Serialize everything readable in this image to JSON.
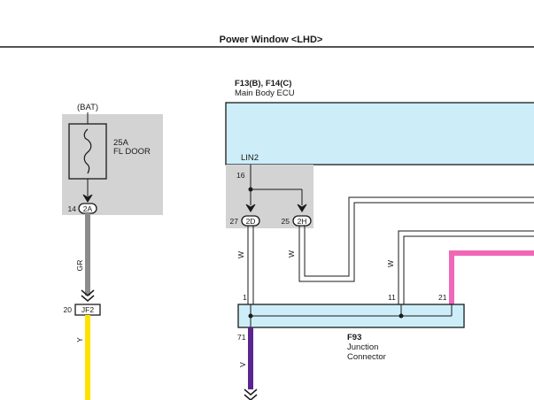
{
  "title": "Power Window <LHD>",
  "fuse": {
    "source": "(BAT)",
    "rating": "25A",
    "name": "FL DOOR",
    "connector_pin": "14",
    "connector": "2A"
  },
  "wire_gr": {
    "color_code": "GR",
    "color": "#8c8c8c"
  },
  "jf2": {
    "pin": "20",
    "name": "JF2"
  },
  "wire_y": {
    "color_code": "Y",
    "color": "#ffe100"
  },
  "ecu": {
    "id": "F13(B), F14(C)",
    "name": "Main Body ECU",
    "fill": "#cdeef9",
    "signal": "LIN2",
    "pin": "16",
    "connectors": [
      {
        "pin": "27",
        "name": "2D"
      },
      {
        "pin": "25",
        "name": "2H"
      }
    ]
  },
  "wires_w": [
    {
      "color_code": "W"
    },
    {
      "color_code": "W"
    },
    {
      "color_code": "W"
    }
  ],
  "wire_pink": {
    "color": "#f067b8"
  },
  "junction": {
    "id": "F93",
    "line1": "Junction",
    "line2": "Connector",
    "fill": "#cdeef9",
    "pins": [
      "1",
      "11",
      "21",
      "71"
    ]
  },
  "wire_v": {
    "color_code": "V",
    "color": "#5b2590"
  }
}
